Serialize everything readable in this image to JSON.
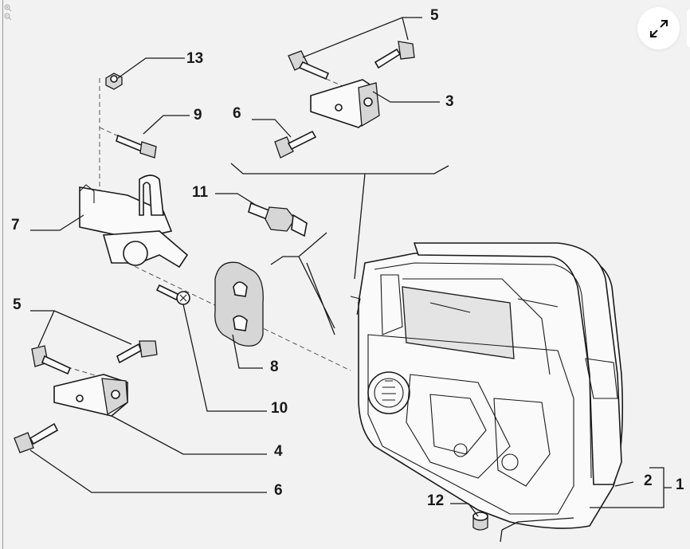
{
  "diagram": {
    "title": "Front door exploded parts view",
    "callouts": {
      "c1": "1",
      "c2": "2",
      "c3": "3",
      "c4": "4",
      "c5a": "5",
      "c5b": "5",
      "c6a": "6",
      "c6b": "6",
      "c7": "7",
      "c8": "8",
      "c9": "9",
      "c10": "10",
      "c11": "11",
      "c12": "12",
      "c13": "13"
    }
  },
  "controls": {
    "expand_icon": "expand-arrows-icon",
    "zoom_in_icon": "zoom-in-icon",
    "zoom_out_icon": "zoom-out-icon"
  }
}
